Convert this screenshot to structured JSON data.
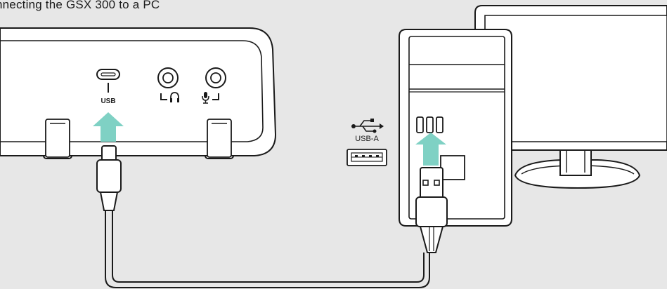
{
  "caption": "nnecting the GSX 300 to a PC",
  "labels": {
    "usb_port": "USB",
    "usb_a": "USB-A"
  },
  "icons": {
    "headphone": "headphone-icon",
    "microphone": "microphone-icon",
    "usb": "usb-symbol-icon"
  },
  "colors": {
    "background": "#e7e7e7",
    "outline": "#1a1a1a",
    "device_fill": "#ffffff",
    "arrow": "#7fd1c4"
  }
}
